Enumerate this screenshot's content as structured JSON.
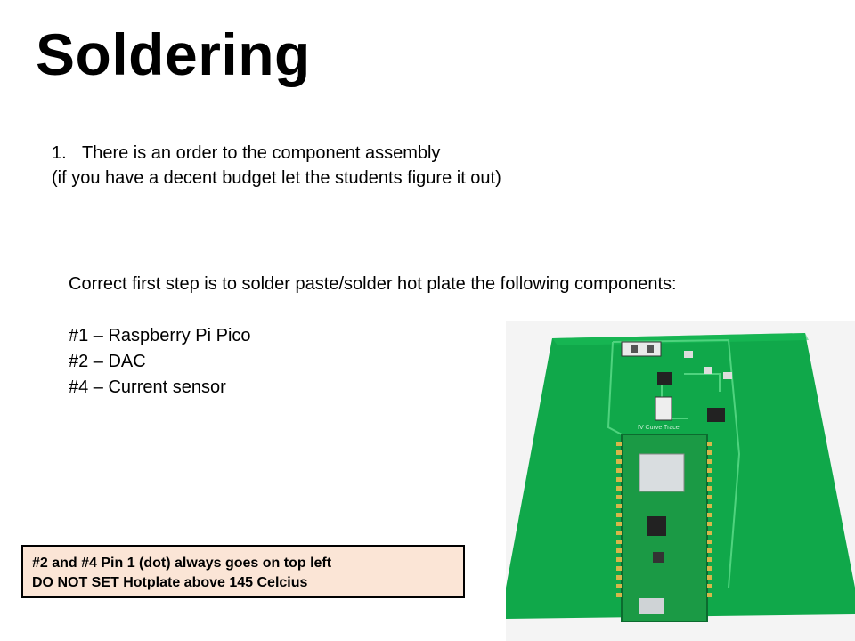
{
  "slide": {
    "title": "Soldering",
    "numbered_item": {
      "number": "1.",
      "text": "There is an order to the component assembly",
      "continuation": "(if you have a decent budget let the students figure it out)"
    },
    "step": {
      "intro": "Correct first step is to solder paste/solder hot plate the following components:",
      "components": [
        "#1 – Raspberry Pi Pico",
        "#2 – DAC",
        "#4 – Current sensor"
      ]
    },
    "note": {
      "line1": "#2 and #4 Pin 1 (dot) always goes on top left",
      "line2": "DO NOT SET Hotplate above 145 Celcius",
      "background": "#fbe5d6"
    },
    "photo": {
      "board_label": "IV Curve Tracer",
      "board_color": "#10a84a"
    }
  }
}
